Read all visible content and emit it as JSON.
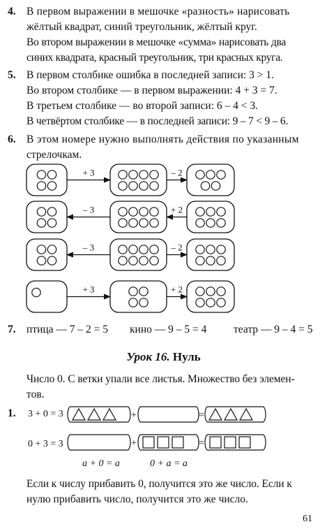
{
  "items": {
    "i4": {
      "num": "4.",
      "lines": [
        "В первом выражении в мешочке «разность» нарисовать",
        "жёлтый квадрат, синий треугольник, жёлтый круг.",
        "Во втором выражении в мешочке «сумма» нарисовать два",
        "синих квадрата, красный треугольник, три красных круга."
      ]
    },
    "i5": {
      "num": "5.",
      "lines": [
        "В первом столбике ошибка в последней записи: 3 > 1.",
        "Во втором столбике — в первом выражении: 4 + 3 = 7.",
        "В третьем столбике — во второй записи: 6 – 4 < 3.",
        "В четвёртом столбике — в последней записи: 9 – 7 < 9 – 6."
      ]
    },
    "i6": {
      "num": "6.",
      "lines": [
        "В этом номере нужно выполнять действия по указанным",
        "стрелочкам."
      ],
      "diagram": {
        "rows": [
          {
            "circles": [
              4,
              8,
              5
            ],
            "arrows": [
              {
                "label": "+ 3",
                "dir": "right"
              },
              {
                "label": "– 2",
                "dir": "right"
              }
            ]
          },
          {
            "circles": [
              4,
              8,
              6
            ],
            "arrows": [
              {
                "label": "– 3",
                "dir": "left"
              },
              {
                "label": "+ 2",
                "dir": "left"
              }
            ]
          },
          {
            "circles": [
              4,
              8,
              6
            ],
            "arrows": [
              {
                "label": "– 3",
                "dir": "left"
              },
              {
                "label": "– 2",
                "dir": "right"
              }
            ]
          },
          {
            "circles": [
              1,
              4,
              6
            ],
            "arrows": [
              {
                "label": "+ 3",
                "dir": "right"
              },
              {
                "label": "+ 2",
                "dir": "right"
              }
            ]
          }
        ]
      }
    },
    "i7": {
      "num": "7.",
      "parts": [
        "птица — 7 – 2 = 5",
        "кино — 9 – 5 = 4",
        "театр — 9 – 4 = 5"
      ]
    }
  },
  "lesson": {
    "title_italic": "Урок 16.",
    "title_bold": "Нуль",
    "intro_lines": [
      "Число 0. С ветки упали все листья. Множество без элемен-",
      "тов."
    ]
  },
  "exercise1": {
    "num": "1.",
    "row1_eq": "3 + 0 = 3",
    "row2_eq": "0 + 3 = 3",
    "plus": "+",
    "equals": "=",
    "formula1": "a + 0 = a",
    "formula2": "0 + a = a",
    "rule_lines": [
      "Если к числу прибавить 0, получится это же число. Если к",
      "нулю прибавить число, получится это же число."
    ]
  },
  "page_number": "61"
}
